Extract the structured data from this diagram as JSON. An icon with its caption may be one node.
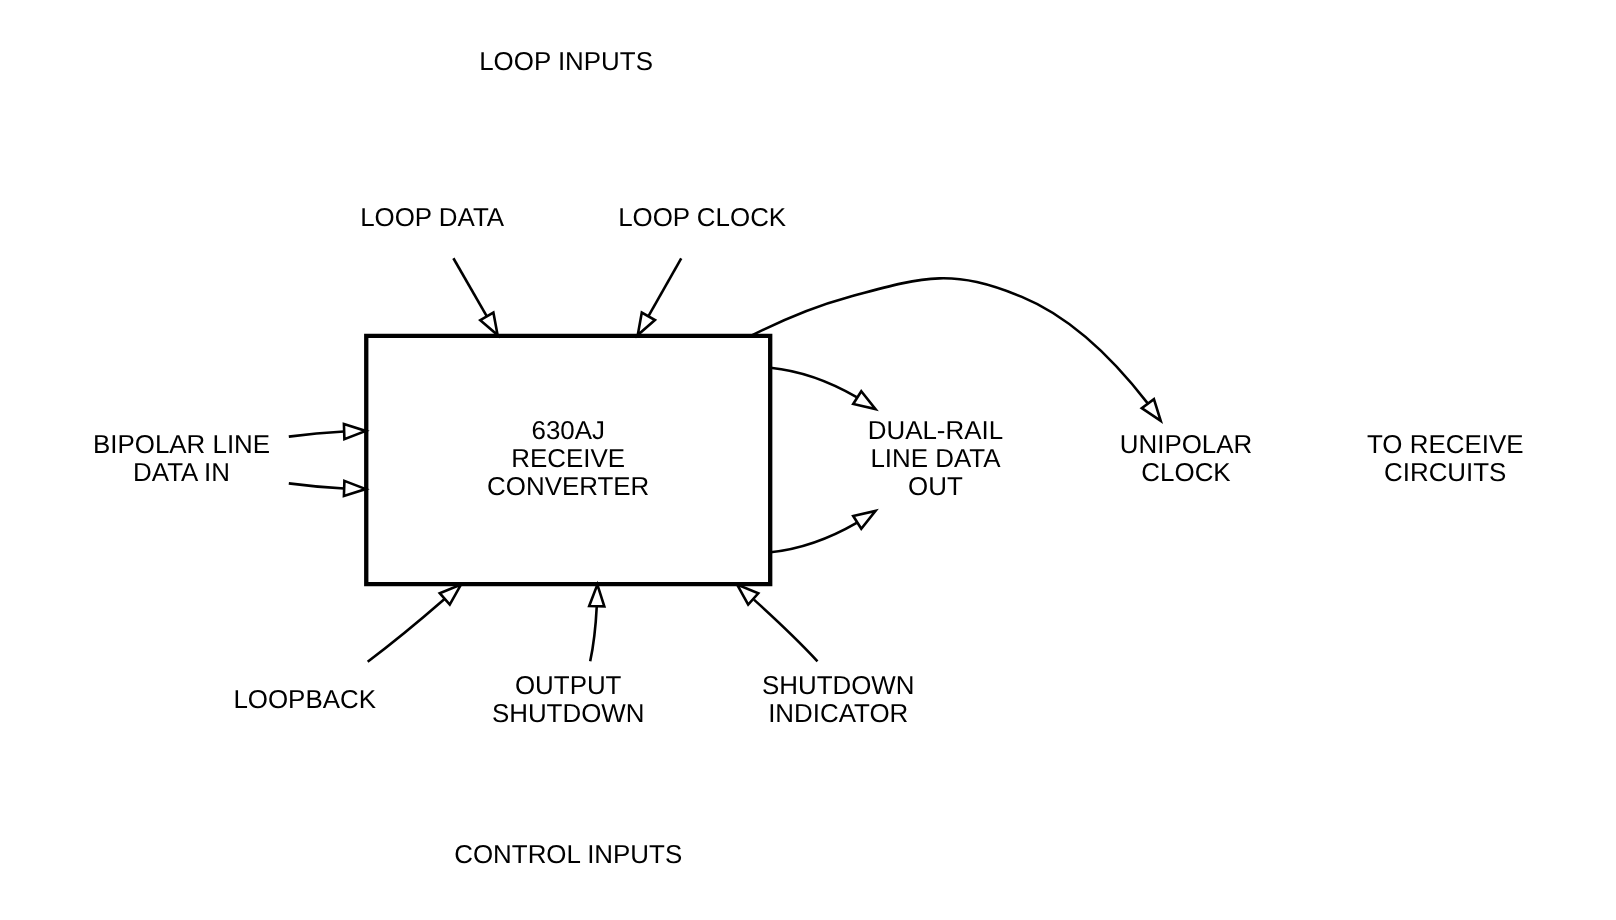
{
  "diagram": {
    "nodes": [
      {
        "text": [
          "LOOP DATA"
        ]
      },
      {
        "text": [
          "LOOP CLOCK"
        ]
      },
      {
        "text": [
          "BIPOLAR LINE DATA IN"
        ]
      },
      {
        "text": [
          "630AJ RECEIVE CONVERTER"
        ]
      },
      {
        "text": [
          "UNIPOLAR CLOCK"
        ]
      },
      {
        "text": [
          "DUAL-RAIL LINE DATA OUT"
        ]
      },
      {
        "text": [
          "LOOPBACK"
        ]
      },
      {
        "text": [
          "OUTPUT SHUTDOWN"
        ]
      },
      {
        "text": [
          "SHUTDOWN INDICATOR"
        ]
      }
    ],
    "edges": [
      {
        "from": 0,
        "to": 3,
        "arrow": "to"
      },
      {
        "from": 1,
        "to": 3,
        "arrow": "to"
      },
      {
        "from": 2,
        "to": 3,
        "arrow": "to"
      },
      {
        "from": 2,
        "to": 3,
        "arrow": "to"
      },
      {
        "from": 3,
        "to": 4,
        "arrow": "to"
      },
      {
        "from": 3,
        "to": 5,
        "arrow": "to"
      },
      {
        "from": 3,
        "to": 5,
        "arrow": "to"
      },
      {
        "from": 6,
        "to": 3,
        "arrow": "to"
      },
      {
        "from": 7,
        "to": 3,
        "arrow": "to"
      },
      {
        "from": 8,
        "to": 3,
        "arrow": "to"
      }
    ],
    "labels": [
      "LOOP INPUTS",
      "TO RECEIVE CIRCUITS",
      "CONTROL INPUTS"
    ]
  }
}
